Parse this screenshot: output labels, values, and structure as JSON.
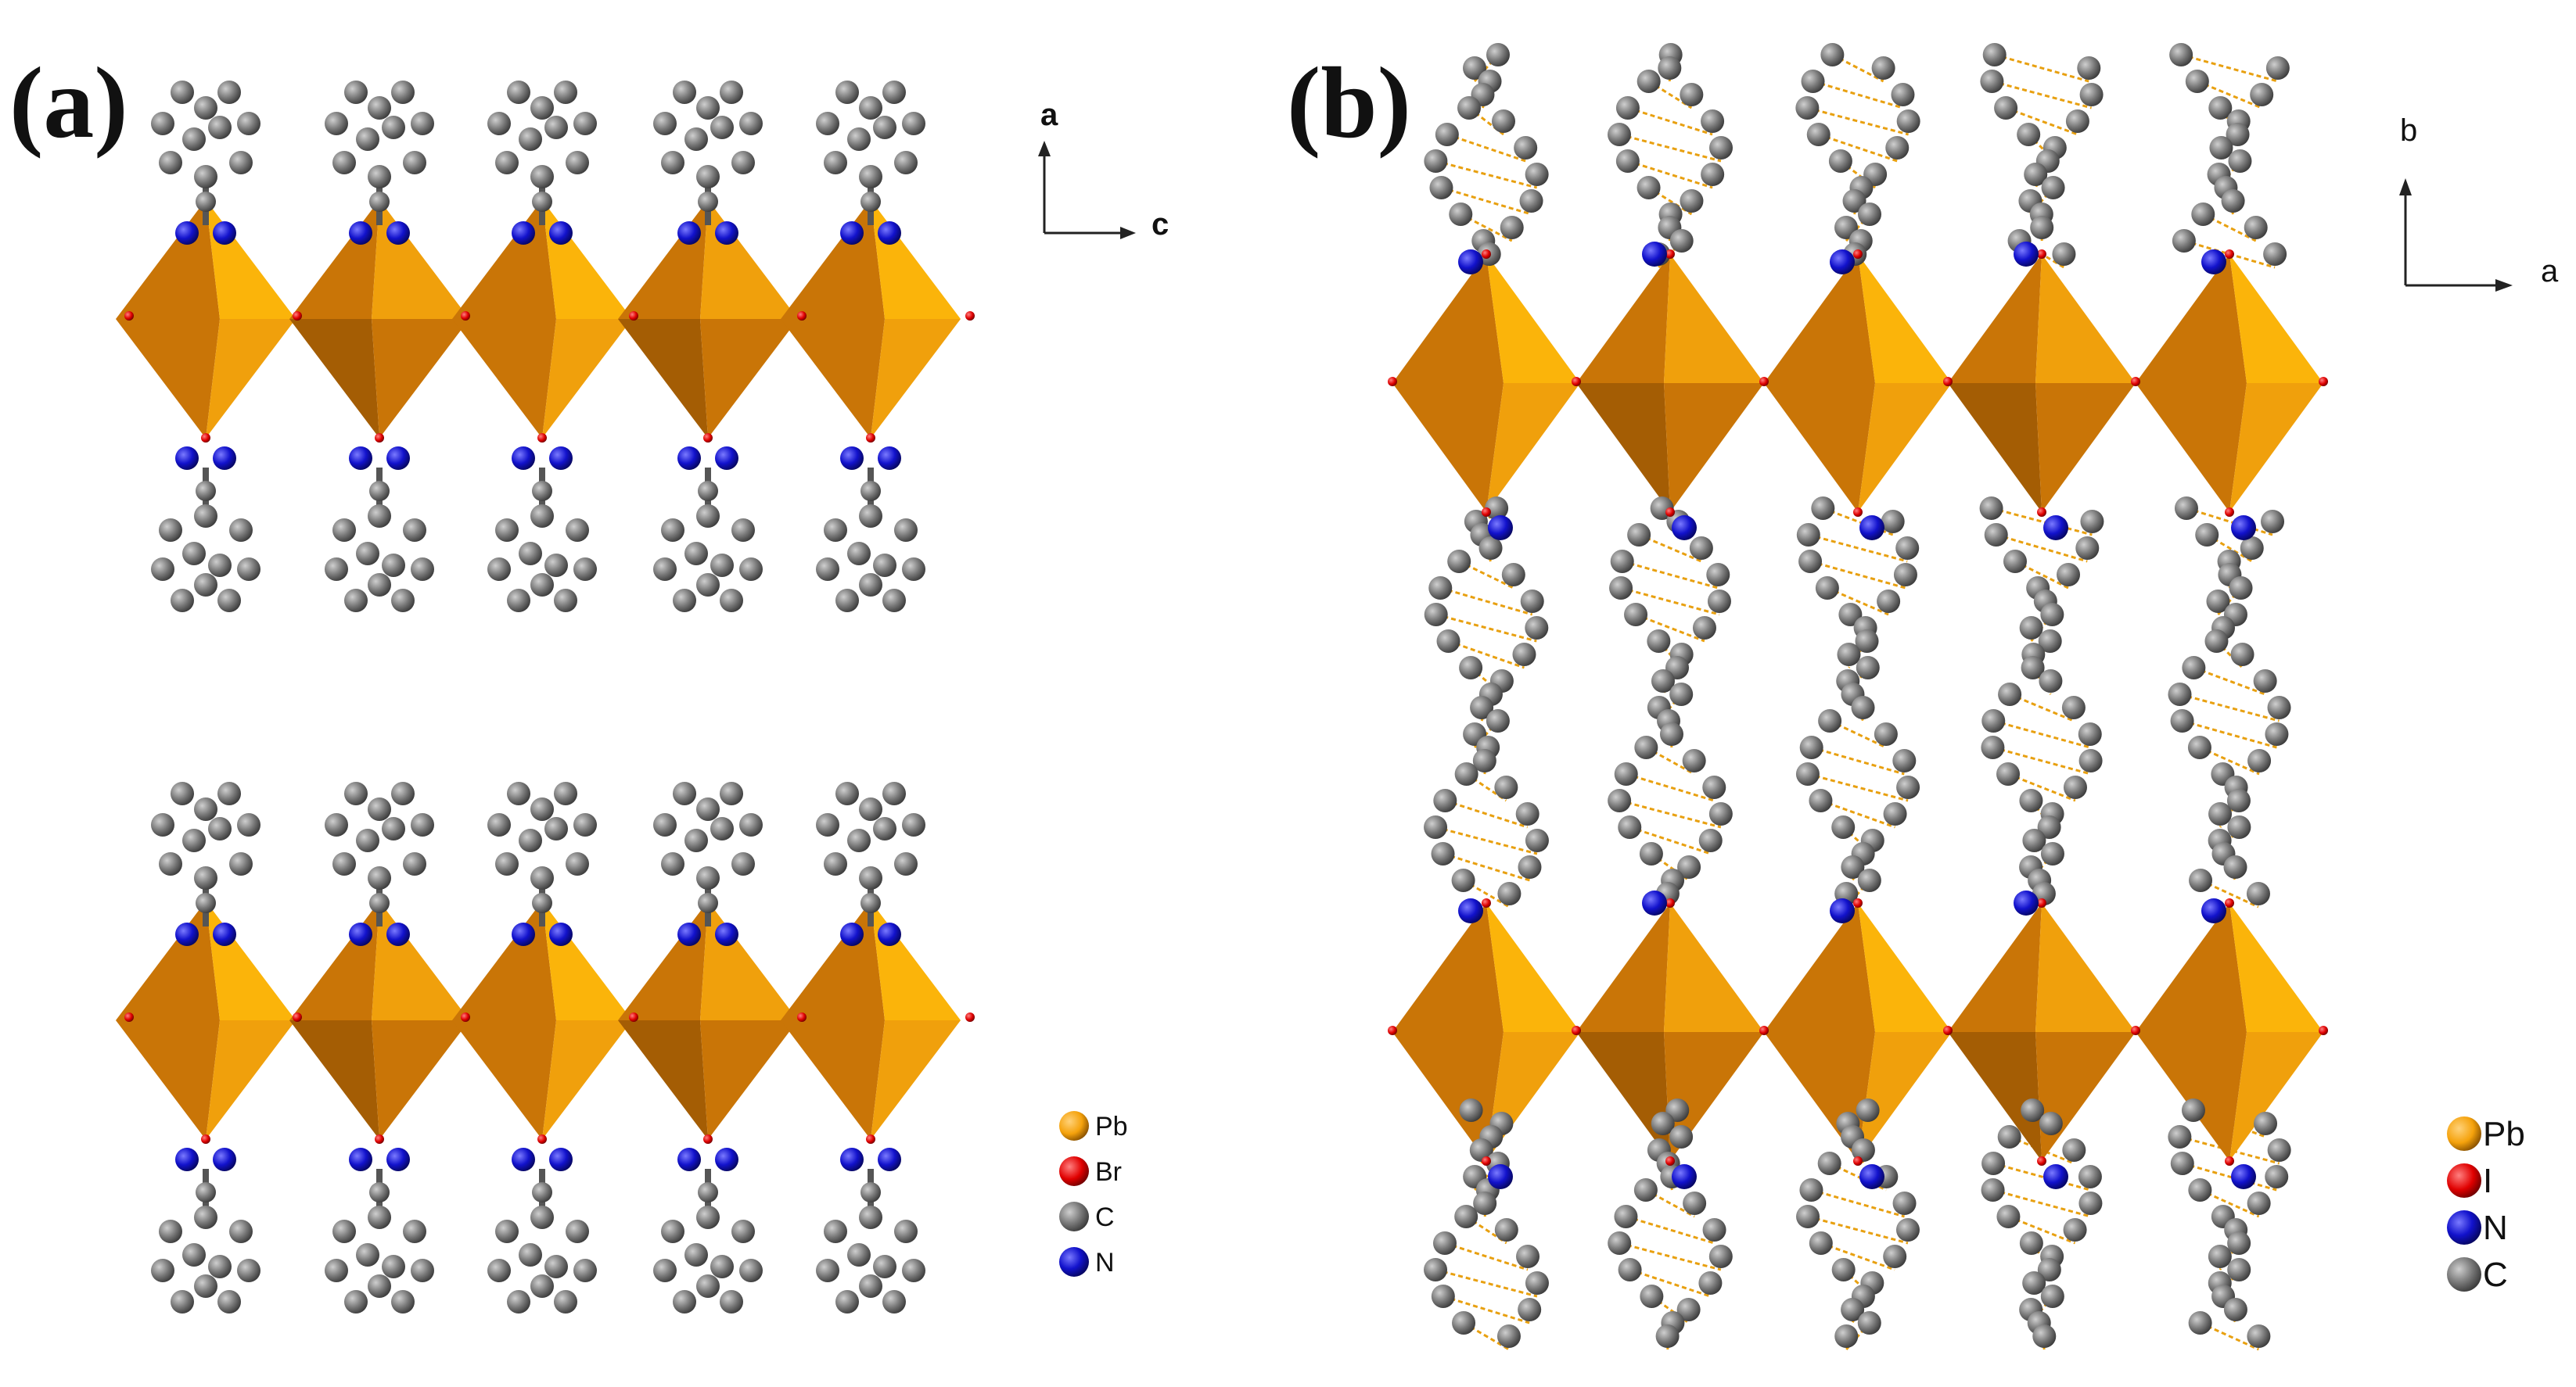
{
  "panels": [
    {
      "id": "a",
      "label": "(a)",
      "axes": {
        "vertical": "a",
        "horizontal": "c"
      },
      "legend": [
        {
          "element": "Pb",
          "color": "#f07c12"
        },
        {
          "element": "Br",
          "color": "#e00000"
        },
        {
          "element": "C",
          "color": "#7a7a7a"
        },
        {
          "element": "N",
          "color": "#1212cc"
        }
      ]
    },
    {
      "id": "b",
      "label": "(b)",
      "axes": {
        "vertical": "b",
        "horizontal": "a"
      },
      "legend": [
        {
          "element": "Pb",
          "color": "#f5a20c"
        },
        {
          "element": "I",
          "color": "#e00000"
        },
        {
          "element": "N",
          "color": "#1212cc"
        },
        {
          "element": "C",
          "color": "#7a7a7a"
        }
      ]
    }
  ],
  "colors": {
    "octahedron_light": "#fbb40a",
    "octahedron_mid": "#f0a00c",
    "octahedron_dark": "#c97507",
    "octahedron_darker": "#a45d04",
    "carbon": "#7a7a7a",
    "nitrogen": "#1212cc",
    "halide": "#e00000",
    "bond": "#e8a010"
  }
}
